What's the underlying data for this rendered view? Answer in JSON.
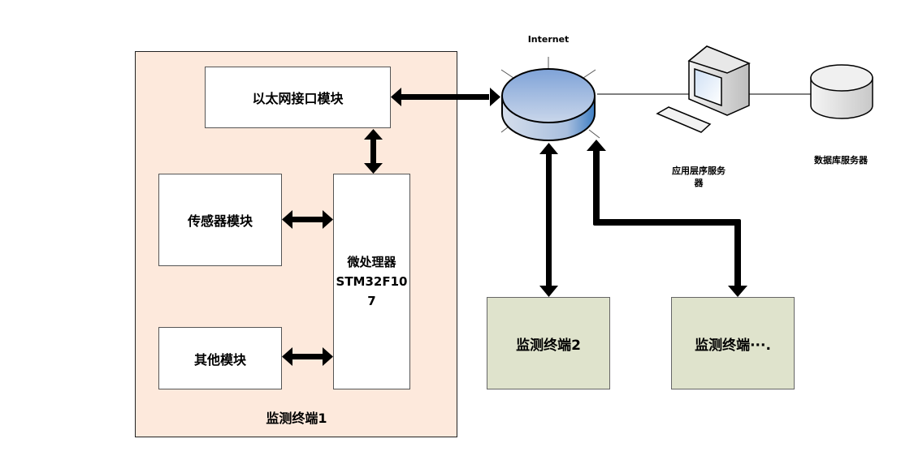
{
  "terminal1": {
    "label": "监测终端1",
    "ethernet_module": "以太网接口模块",
    "sensor_module": "传感器模块",
    "other_module": "其他模块",
    "mcu_line1": "微处理器",
    "mcu_line2": "STM32F10",
    "mcu_line3": "7"
  },
  "internet": {
    "label": "Internet"
  },
  "app_server": {
    "label_line1": "应用层序服务",
    "label_line2": "器"
  },
  "db_server": {
    "label": "数据库服务器"
  },
  "terminal2": {
    "label": "监测终端2"
  },
  "terminal_more": {
    "label": "监测终端···."
  },
  "colors": {
    "panel": "#fde9dc",
    "terminal_box": "#dfe3cc",
    "internet_top": "#8eaedc",
    "arrow": "#000000"
  }
}
